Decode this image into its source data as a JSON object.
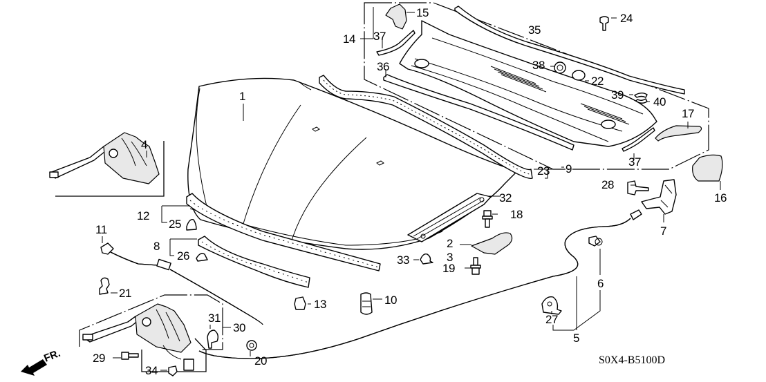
{
  "diagram": {
    "title_code": "S0X4-B5100D",
    "direction_label": "FR.",
    "colors": {
      "line": "#000000",
      "background": "#ffffff",
      "fill": "#e8e8e8"
    },
    "callouts": [
      {
        "id": "1",
        "part": "hood"
      },
      {
        "id": "2",
        "part": "hood-hinge-right"
      },
      {
        "id": "3",
        "part": "hood-hinge-left"
      },
      {
        "id": "4",
        "part": "hood-lock-assembly"
      },
      {
        "id": "5",
        "part": "hood-release-cable"
      },
      {
        "id": "6",
        "part": "cable-grommet"
      },
      {
        "id": "7",
        "part": "hood-opener-handle"
      },
      {
        "id": "8",
        "part": "front-seal-rubber"
      },
      {
        "id": "9",
        "part": "rear-seal-rubber"
      },
      {
        "id": "10",
        "part": "hood-stopper-rubber"
      },
      {
        "id": "11",
        "part": "hood-support-rod"
      },
      {
        "id": "12",
        "part": "hood-front-seal"
      },
      {
        "id": "13",
        "part": "hood-cushion"
      },
      {
        "id": "14",
        "part": "cowl-top-assembly"
      },
      {
        "id": "15",
        "part": "cowl-bracket"
      },
      {
        "id": "16",
        "part": "cover"
      },
      {
        "id": "17",
        "part": "cowl-side-cover"
      },
      {
        "id": "18",
        "part": "flange-bolt"
      },
      {
        "id": "19",
        "part": "flange-bolt"
      },
      {
        "id": "20",
        "part": "grommet"
      },
      {
        "id": "21",
        "part": "rod-holder"
      },
      {
        "id": "22",
        "part": "cap"
      },
      {
        "id": "23",
        "part": "clip"
      },
      {
        "id": "24",
        "part": "clip"
      },
      {
        "id": "25",
        "part": "clip"
      },
      {
        "id": "26",
        "part": "clip"
      },
      {
        "id": "27",
        "part": "cable-clamp"
      },
      {
        "id": "28",
        "part": "bolt"
      },
      {
        "id": "29",
        "part": "flange-bolt"
      },
      {
        "id": "30",
        "part": "hood-lock-switch-set"
      },
      {
        "id": "31",
        "part": "clip"
      },
      {
        "id": "32",
        "part": "hood-seal"
      },
      {
        "id": "33",
        "part": "clip"
      },
      {
        "id": "34",
        "part": "clip"
      },
      {
        "id": "35",
        "part": "cowl-seal"
      },
      {
        "id": "36",
        "part": "cowl-seal"
      },
      {
        "id": "37",
        "part": "cowl-seal"
      },
      {
        "id": "38",
        "part": "grommet"
      },
      {
        "id": "39",
        "part": "nozzle"
      },
      {
        "id": "40",
        "part": "nozzle"
      }
    ]
  }
}
